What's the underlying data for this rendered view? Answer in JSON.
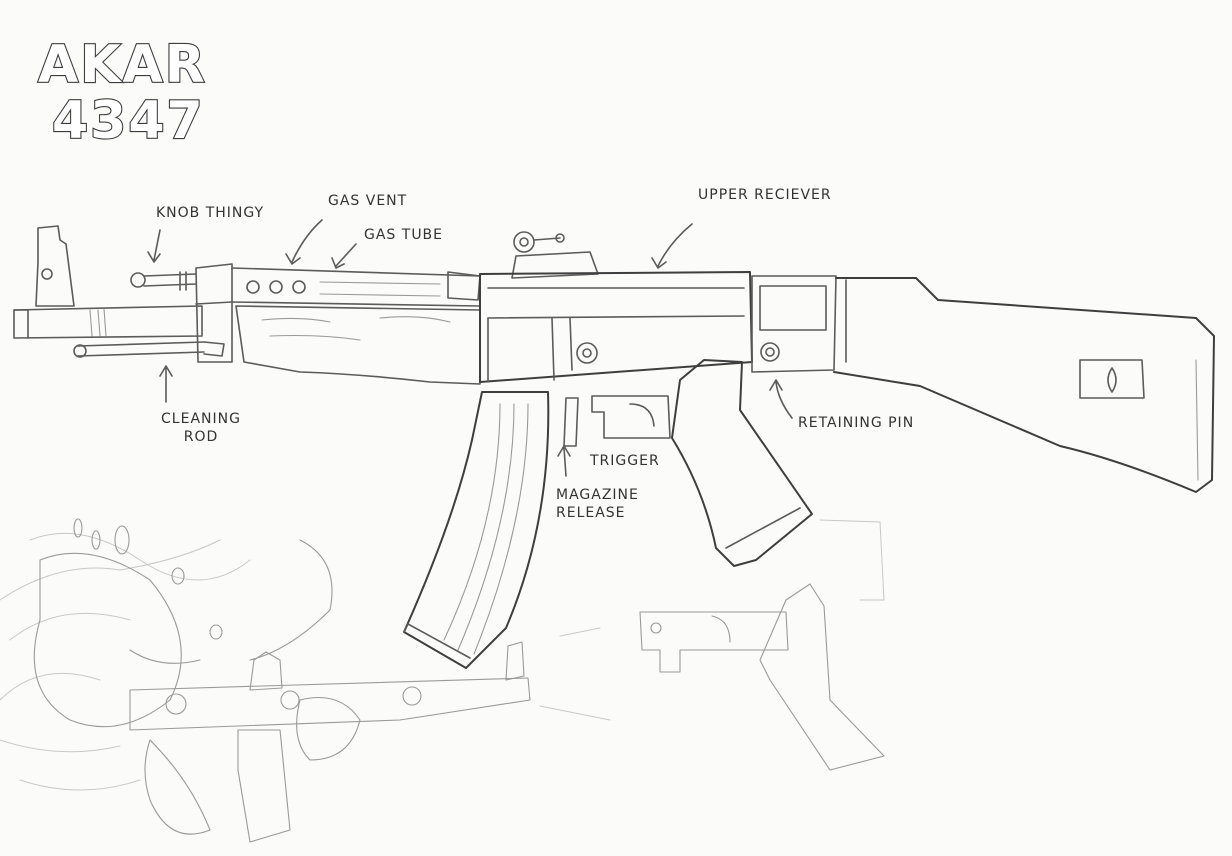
{
  "title": {
    "line1": "AKAR",
    "line2": "4347"
  },
  "labels": {
    "knob": "Knob thingy",
    "gas_vent": "Gas Vent",
    "gas_tube": "Gas tube",
    "upper_receiver": "Upper Reciever",
    "cleaning_rod_1": "Cleaning",
    "cleaning_rod_2": "Rod",
    "retaining_pin": "Retaining pin",
    "trigger": "Trigger",
    "magazine_release_1": "Magazine",
    "magazine_release_2": "Release"
  }
}
